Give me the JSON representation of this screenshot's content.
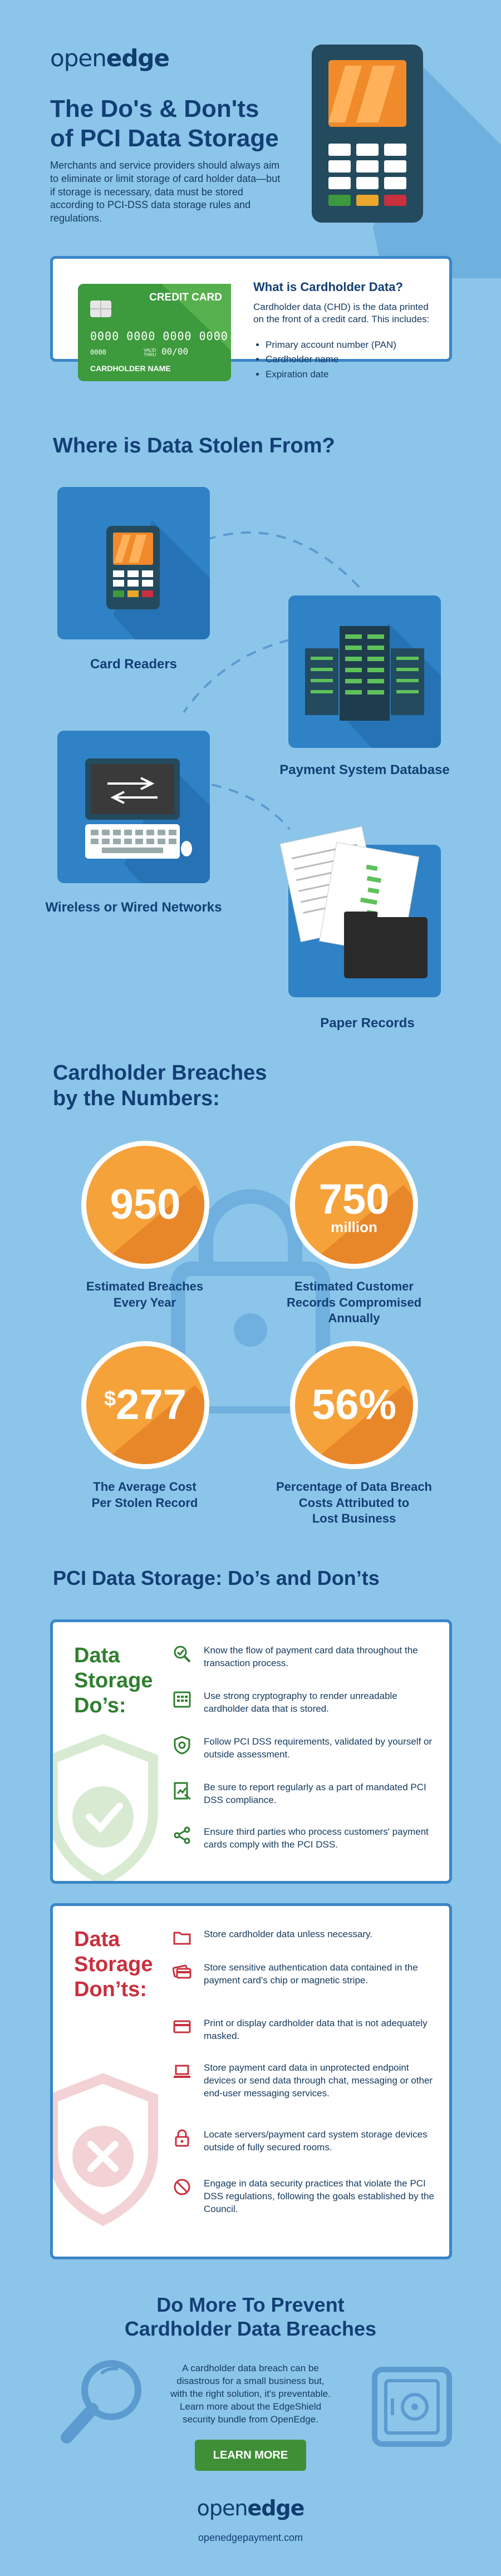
{
  "brand": {
    "logo_light": "open",
    "logo_bold": "edge",
    "footer_url": "openedgepayment.com"
  },
  "hero": {
    "title_line1": "The Do's & Don'ts",
    "title_line2": "of PCI Data Storage",
    "intro": "Merchants and service providers should always aim to eliminate or limit storage of card holder data—but if storage is necessary, data must be stored according to PCI-DSS data storage rules and regulations."
  },
  "card_panel": {
    "card_label": "CREDIT CARD",
    "card_number": "0000 0000 0000 0000",
    "card_valid": "VALID THRU",
    "card_exp": "00/00",
    "card_small": "0000",
    "card_holder": "CARDHOLDER NAME",
    "heading": "What is Cardholder Data?",
    "body": "Cardholder data (CHD) is the data printed on the front of a credit card. This includes:",
    "items": [
      "Primary account number (PAN)",
      "Cardholder name",
      "Expiration date"
    ]
  },
  "stolen": {
    "heading": "Where is Data Stolen From?",
    "sources": [
      "Card Readers",
      "Payment System Database",
      "Wireless or Wired Networks",
      "Paper Records"
    ]
  },
  "breaches": {
    "heading_line1": "Cardholder Breaches",
    "heading_line2": "by the Numbers:",
    "stats": [
      {
        "value": "950",
        "unit": "",
        "caption_l1": "Estimated Breaches",
        "caption_l2": "Every Year",
        "caption_l3": ""
      },
      {
        "value": "750",
        "unit": "million",
        "caption_l1": "Estimated Customer",
        "caption_l2": "Records Compromised",
        "caption_l3": "Annually"
      },
      {
        "value": "277",
        "unit": "$",
        "caption_l1": "The Average Cost",
        "caption_l2": "Per Stolen Record",
        "caption_l3": ""
      },
      {
        "value": "56%",
        "unit": "",
        "caption_l1": "Percentage of Data Breach",
        "caption_l2": "Costs Attributed to",
        "caption_l3": "Lost Business"
      }
    ]
  },
  "dos_donts": {
    "heading": "PCI Data Storage: Do’s and Don’ts",
    "dos_title": [
      "Data",
      "Storage",
      "Do’s:"
    ],
    "dos": [
      "Know the flow of payment card data throughout the transaction process.",
      "Use strong cryptography to render unreadable cardholder data that is stored.",
      "Follow PCI DSS requirements, validated by yourself or outside assessment.",
      "Be sure to report regularly as a part of mandated PCI DSS compliance.",
      "Ensure third parties who process customers' payment cards comply with the PCI DSS."
    ],
    "donts_title": [
      "Data",
      "Storage",
      "Don’ts:"
    ],
    "donts": [
      "Store cardholder data unless necessary.",
      "Store sensitive authentication data contained in the payment card's chip or magnetic stripe.",
      "Print or display cardholder data that is not adequately masked.",
      "Store payment card data in unprotected endpoint devices or send data through chat, messaging or other end-user messaging services.",
      "Locate servers/payment card system storage devices outside of fully secured rooms.",
      "Engage in data security practices that violate the PCI DSS regulations, following the goals established by the Council."
    ]
  },
  "cta": {
    "heading_line1": "Do More To Prevent",
    "heading_line2": "Cardholder Data Breaches",
    "body": "A cardholder data breach can be disastrous for a small business but, with the right solution, it's preventable. Learn more about the EdgeShield security bundle from OpenEdge.",
    "button": "LEARN MORE"
  },
  "colors": {
    "bg": "#8cc5ea",
    "navy": "#123f74",
    "blue": "#2f82c6",
    "orange": "#f6a23a",
    "green": "#2f7f2e",
    "red": "#c8303f"
  }
}
